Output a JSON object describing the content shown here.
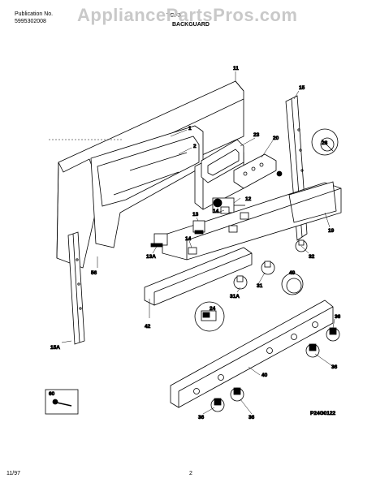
{
  "header": {
    "publication_label": "Publication No.",
    "publication_number": "5995302008",
    "model_partial": "TGF3",
    "section_title": "BACKGUARD"
  },
  "watermark": "AppliancePartsPros.com",
  "labels": {
    "l11": "11",
    "l15": "15",
    "l1": "1",
    "l2": "2",
    "l23": "23",
    "l20": "20",
    "l28": "28",
    "l12": "12",
    "l13": "13",
    "l14a": "14",
    "l14b": "14",
    "l19": "19",
    "l13a": "13A",
    "l32": "32",
    "l56": "56",
    "l49": "49",
    "l31": "31",
    "l31a": "31A",
    "l24": "24",
    "l42": "42",
    "l36a": "36",
    "l36b": "36",
    "l15a": "15A",
    "l40": "40",
    "l60": "60",
    "l36c": "36",
    "l36d": "36",
    "part_code": "P24G0122"
  },
  "footer": {
    "date": "11/97",
    "page": "2"
  }
}
